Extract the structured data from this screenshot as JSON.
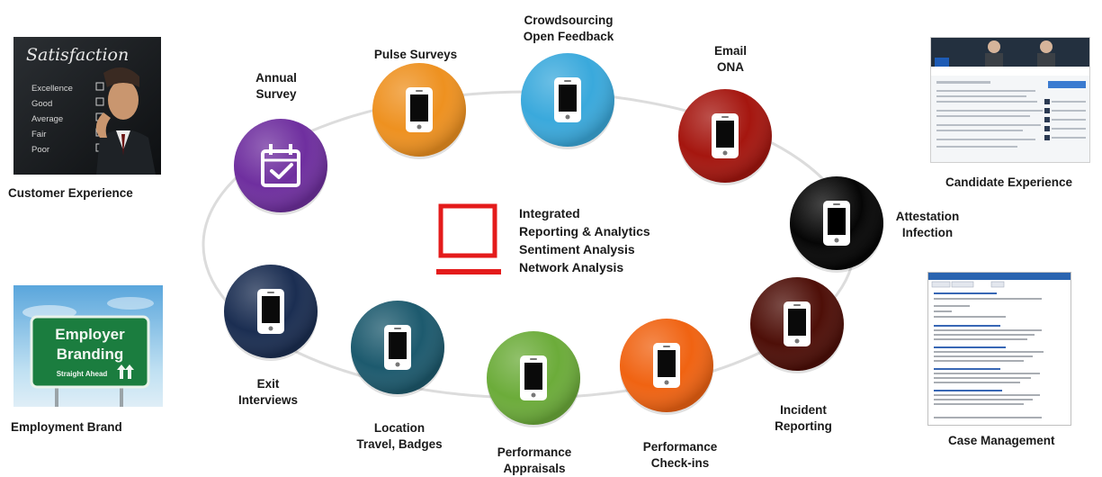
{
  "center": {
    "lines": [
      "Integrated",
      "Reporting & Analytics",
      "Sentiment Analysis",
      "Network Analysis"
    ],
    "icon": "laptop-icon"
  },
  "nodes": [
    {
      "id": "annual-survey",
      "lines": [
        "Annual",
        "Survey"
      ],
      "color": "#6f2f9f",
      "icon": "calendar-check-icon"
    },
    {
      "id": "pulse-surveys",
      "lines": [
        "Pulse Surveys"
      ],
      "color": "#ee9120",
      "icon": "smartphone-icon"
    },
    {
      "id": "crowdsourcing",
      "lines": [
        "Crowdsourcing",
        "Open Feedback"
      ],
      "color": "#3aa9dc",
      "icon": "smartphone-icon"
    },
    {
      "id": "email-ona",
      "lines": [
        "Email",
        "ONA"
      ],
      "color": "#a5160f",
      "icon": "smartphone-icon"
    },
    {
      "id": "attestation",
      "lines": [
        "Attestation",
        "Infection"
      ],
      "color": "#060606",
      "icon": "smartphone-icon"
    },
    {
      "id": "incident-reporting",
      "lines": [
        "Incident",
        "Reporting"
      ],
      "color": "#4e0f08",
      "icon": "smartphone-icon"
    },
    {
      "id": "performance-checkins",
      "lines": [
        "Performance",
        "Check-ins"
      ],
      "color": "#f06312",
      "icon": "smartphone-icon"
    },
    {
      "id": "performance-appraisals",
      "lines": [
        "Performance",
        "Appraisals"
      ],
      "color": "#6cac3a",
      "icon": "smartphone-icon"
    },
    {
      "id": "location",
      "lines": [
        "Location",
        "Travel, Badges"
      ],
      "color": "#1d5a6e",
      "icon": "smartphone-icon"
    },
    {
      "id": "exit-interviews",
      "lines": [
        "Exit",
        "Interviews"
      ],
      "color": "#1b2e52",
      "icon": "smartphone-icon"
    }
  ],
  "side_panels": {
    "customer_experience": {
      "label": "Customer Experience",
      "board_title": "Satisfaction",
      "rating_options": [
        "Excellence",
        "Good",
        "Average",
        "Fair",
        "Poor"
      ]
    },
    "employment_brand": {
      "label": "Employment Brand",
      "sign_lines": [
        "Employer",
        "Branding",
        "Straight Ahead"
      ]
    },
    "candidate_experience": {
      "label": "Candidate Experience"
    },
    "case_management": {
      "label": "Case Management"
    }
  }
}
